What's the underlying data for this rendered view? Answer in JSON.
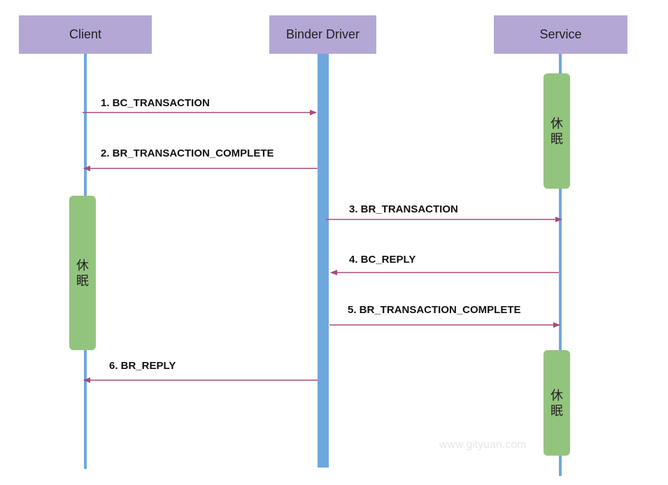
{
  "actors": {
    "client": "Client",
    "driver": "Binder Driver",
    "service": "Service"
  },
  "sleep_label": "休眠",
  "messages": [
    {
      "label": "1. BC_TRANSACTION",
      "from": "client",
      "to": "driver"
    },
    {
      "label": "2. BR_TRANSACTION_COMPLETE",
      "from": "driver",
      "to": "client"
    },
    {
      "label": "3. BR_TRANSACTION",
      "from": "driver",
      "to": "service"
    },
    {
      "label": "4. BC_REPLY",
      "from": "service",
      "to": "driver"
    },
    {
      "label": "5. BR_TRANSACTION_COMPLETE",
      "from": "driver",
      "to": "service"
    },
    {
      "label": "6. BR_REPLY",
      "from": "driver",
      "to": "client"
    }
  ],
  "watermark": "www.gityuan.com",
  "colors": {
    "actor_box": "#b4a7d6",
    "lifeline": "#6fa8dc",
    "sleep_box": "#93c47d",
    "arrow": "#a64d79"
  }
}
